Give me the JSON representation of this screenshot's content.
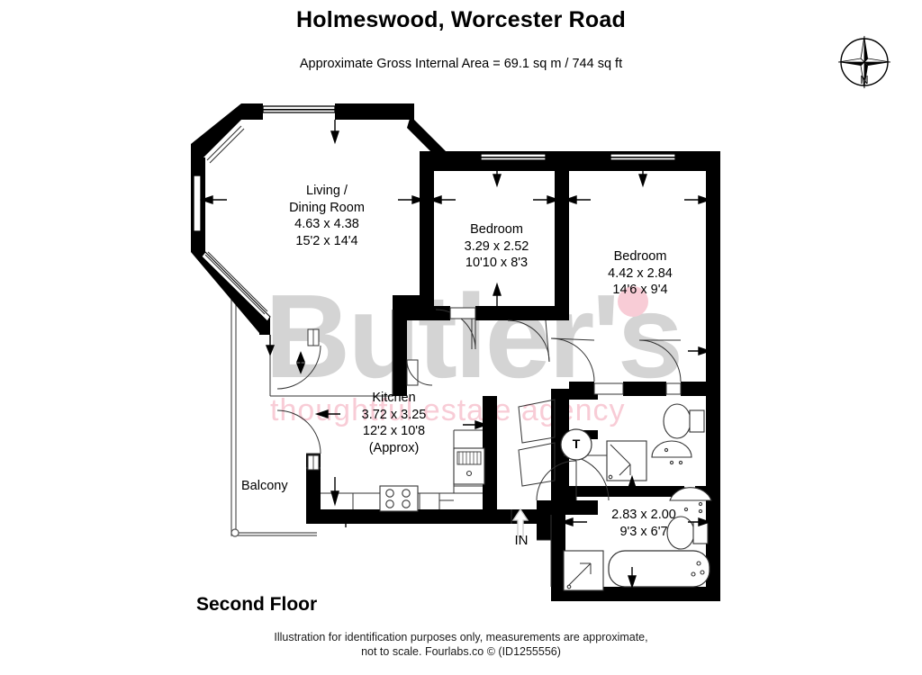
{
  "header": {
    "title": "Holmeswood, Worcester Road",
    "area_line": "Approximate Gross Internal Area = 69.1 sq m / 744 sq ft"
  },
  "compass": {
    "icon": "compass-rose-icon",
    "north_label": "N"
  },
  "watermark": {
    "brand": "Butler's",
    "tagline": "thoughtful estate agency",
    "brand_color": "#d4d4d4",
    "accent_color": "#f8ccd6"
  },
  "floor": {
    "label": "Second Floor"
  },
  "rooms": [
    {
      "id": "living-dining",
      "name": "Living /\nDining Room",
      "name_line1": "Living /",
      "name_line2": "Dining Room",
      "metric": "4.63 x 4.38",
      "imperial": "15'2 x 14'4",
      "note": ""
    },
    {
      "id": "bedroom-1",
      "name": "Bedroom",
      "metric": "3.29 x 2.52",
      "imperial": "10'10 x 8'3",
      "note": ""
    },
    {
      "id": "bedroom-2",
      "name": "Bedroom",
      "metric": "4.42 x 2.84",
      "imperial": "14'6 x 9'4",
      "note": ""
    },
    {
      "id": "kitchen",
      "name": "Kitchen",
      "metric": "3.72 x 3.25",
      "imperial": "12'2 x 10'8",
      "note": "(Approx)"
    },
    {
      "id": "bathroom",
      "name": "",
      "metric": "2.83 x 2.00",
      "imperial": "9'3 x 6'7",
      "note": ""
    },
    {
      "id": "balcony",
      "name": "Balcony",
      "metric": "",
      "imperial": "",
      "note": ""
    }
  ],
  "markers": {
    "entrance_label": "IN",
    "tank_label": "T"
  },
  "footer": {
    "line1": "Illustration for identification purposes only, measurements are approximate,",
    "line2": "not to scale. Fourlabs.co © (ID1255556)"
  },
  "colors": {
    "wall": "#000000",
    "background": "#ffffff",
    "line": "#222222"
  }
}
